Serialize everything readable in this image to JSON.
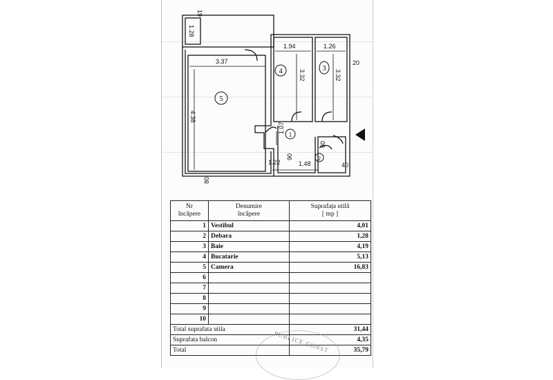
{
  "plan": {
    "dimensions": {
      "top_right_short": "19",
      "balcony_depth": "1.28",
      "room5_width": "3.37",
      "room4_width": "1.94",
      "room3_width": "1.26",
      "room4_height": "3.32",
      "room3_height": "3.32",
      "right_wall": "20",
      "room5_height": "4.38",
      "hall_len": "1.07",
      "small_80": "80",
      "small_90": "90",
      "bottom_left": "1.22",
      "bottom_mid": "1.48",
      "corner_bottom_left": "80",
      "bottom_right_40": "40"
    },
    "room_numbers": [
      "1",
      "2",
      "3",
      "4",
      "5"
    ]
  },
  "table": {
    "headers": {
      "nr_line1": "Nr",
      "nr_line2": "încăpere",
      "name_line1": "Denumire",
      "name_line2": "încăpere",
      "area_line1": "Suprafața utilă",
      "area_line2": "[ mp ]"
    },
    "rows": [
      {
        "nr": "1",
        "name": "Vestibul",
        "area": "4,01"
      },
      {
        "nr": "2",
        "name": "Debara",
        "area": "1,28"
      },
      {
        "nr": "3",
        "name": "Baie",
        "area": "4,19"
      },
      {
        "nr": "4",
        "name": "Bucatarie",
        "area": "5,13"
      },
      {
        "nr": "5",
        "name": "Camera",
        "area": "16,83"
      },
      {
        "nr": "6",
        "name": "",
        "area": ""
      },
      {
        "nr": "7",
        "name": "",
        "area": ""
      },
      {
        "nr": "8",
        "name": "",
        "area": ""
      },
      {
        "nr": "9",
        "name": "",
        "area": ""
      },
      {
        "nr": "10",
        "name": "",
        "area": ""
      }
    ],
    "totals": [
      {
        "label": "Total suprafata utila",
        "value": "31,44"
      },
      {
        "label": "Suprafata balcon",
        "value": "4,35"
      },
      {
        "label": "Total",
        "value": "35,79"
      }
    ]
  },
  "stamp": {
    "text": "PUBLICE CONST"
  }
}
